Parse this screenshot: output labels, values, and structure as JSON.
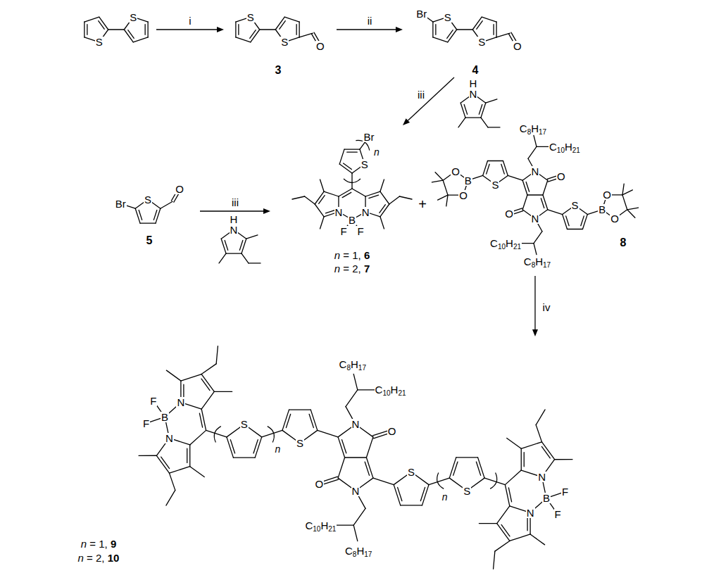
{
  "diagram": {
    "labels": [
      "S",
      "S",
      "i",
      "S",
      "S",
      "O",
      "3",
      "ii",
      "Br",
      "S",
      "S",
      "O",
      "4",
      "iii",
      "H",
      "N",
      "Br",
      "S",
      "O",
      "5",
      "iii",
      "H",
      "N",
      "Br",
      "n",
      "S",
      "N",
      "B",
      "N",
      "F",
      "F",
      "n = 1, 6",
      "n = 2, 7",
      "+",
      "C8H17",
      "C10H21",
      "N",
      "O",
      "O",
      "B",
      "O",
      "S",
      "S",
      "O",
      "N",
      "B",
      "O",
      "O",
      "C10H21",
      "C8H17",
      "8",
      "iv",
      "C8H17",
      "C10H21",
      "N",
      "O",
      "S",
      "S",
      "n",
      "N",
      "B",
      "N",
      "F",
      "F",
      "O",
      "N",
      "C10H21",
      "C8H17",
      "S",
      "S",
      "n",
      "N",
      "B",
      "N",
      "F",
      "F",
      "n = 1, 9",
      "n = 2, 10"
    ]
  }
}
